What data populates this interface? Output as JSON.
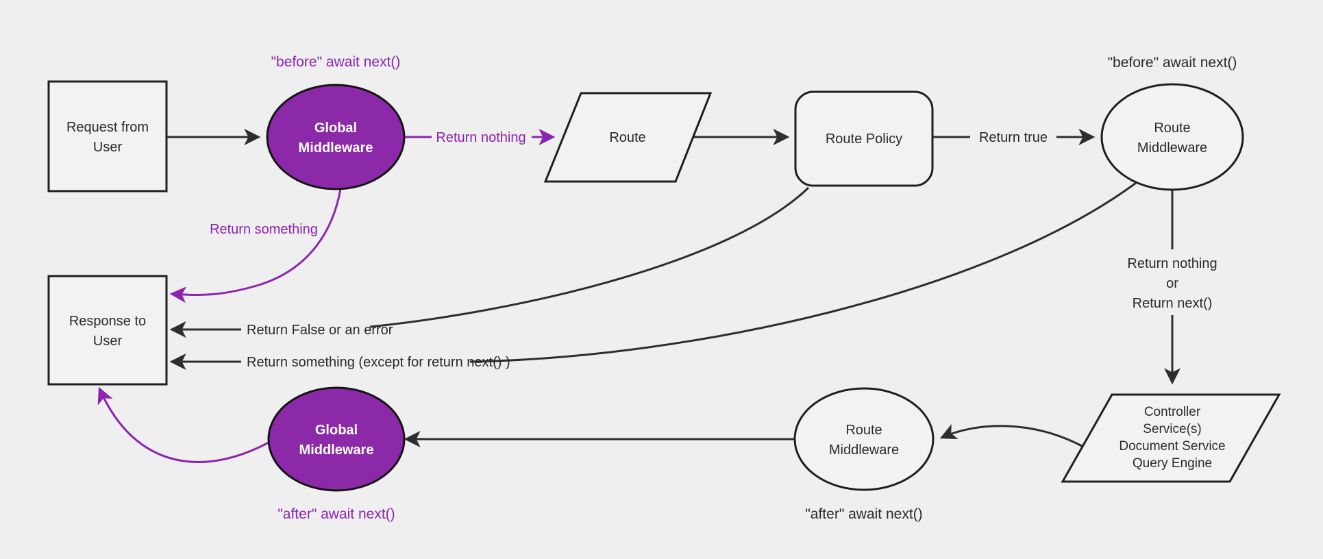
{
  "colors": {
    "background": "#efefef",
    "node_fill": "#f2f2f2",
    "node_border": "#1f1f1f",
    "edge_dark": "#2e2e2e",
    "text_dark": "#2a2a2a",
    "purple_fill": "#8c29a8",
    "purple_accent": "#8b24b0",
    "node_text_light": "#ffffff"
  },
  "nodes": {
    "request": {
      "line1": "Request from",
      "line2": "User"
    },
    "global_middleware_top": {
      "line1": "Global",
      "line2": "Middleware"
    },
    "route": {
      "label": "Route"
    },
    "route_policy": {
      "label": "Route Policy"
    },
    "route_middleware_top": {
      "line1": "Route",
      "line2": "Middleware"
    },
    "services": {
      "line1": "Controller",
      "line2": "Service(s)",
      "line3": "Document Service",
      "line4": "Query Engine"
    },
    "route_middleware_bottom": {
      "line1": "Route",
      "line2": "Middleware"
    },
    "global_middleware_bottom": {
      "line1": "Global",
      "line2": "Middleware"
    },
    "response": {
      "line1": "Response to",
      "line2": "User"
    }
  },
  "edge_labels": {
    "return_nothing": "Return nothing",
    "return_true": "Return true",
    "return_nothing_or": {
      "line1": "Return nothing",
      "line2": "or",
      "line3": "Return next()"
    },
    "return_false_or_error": "Return False or an error",
    "return_something_except": "Return something (except for return next() )",
    "return_something": "Return something"
  },
  "annotations": {
    "before_global": "\"before\" await next()",
    "before_route": "\"before\" await next()",
    "after_route": "\"after\" await next()",
    "after_global": "\"after\" await next()"
  }
}
